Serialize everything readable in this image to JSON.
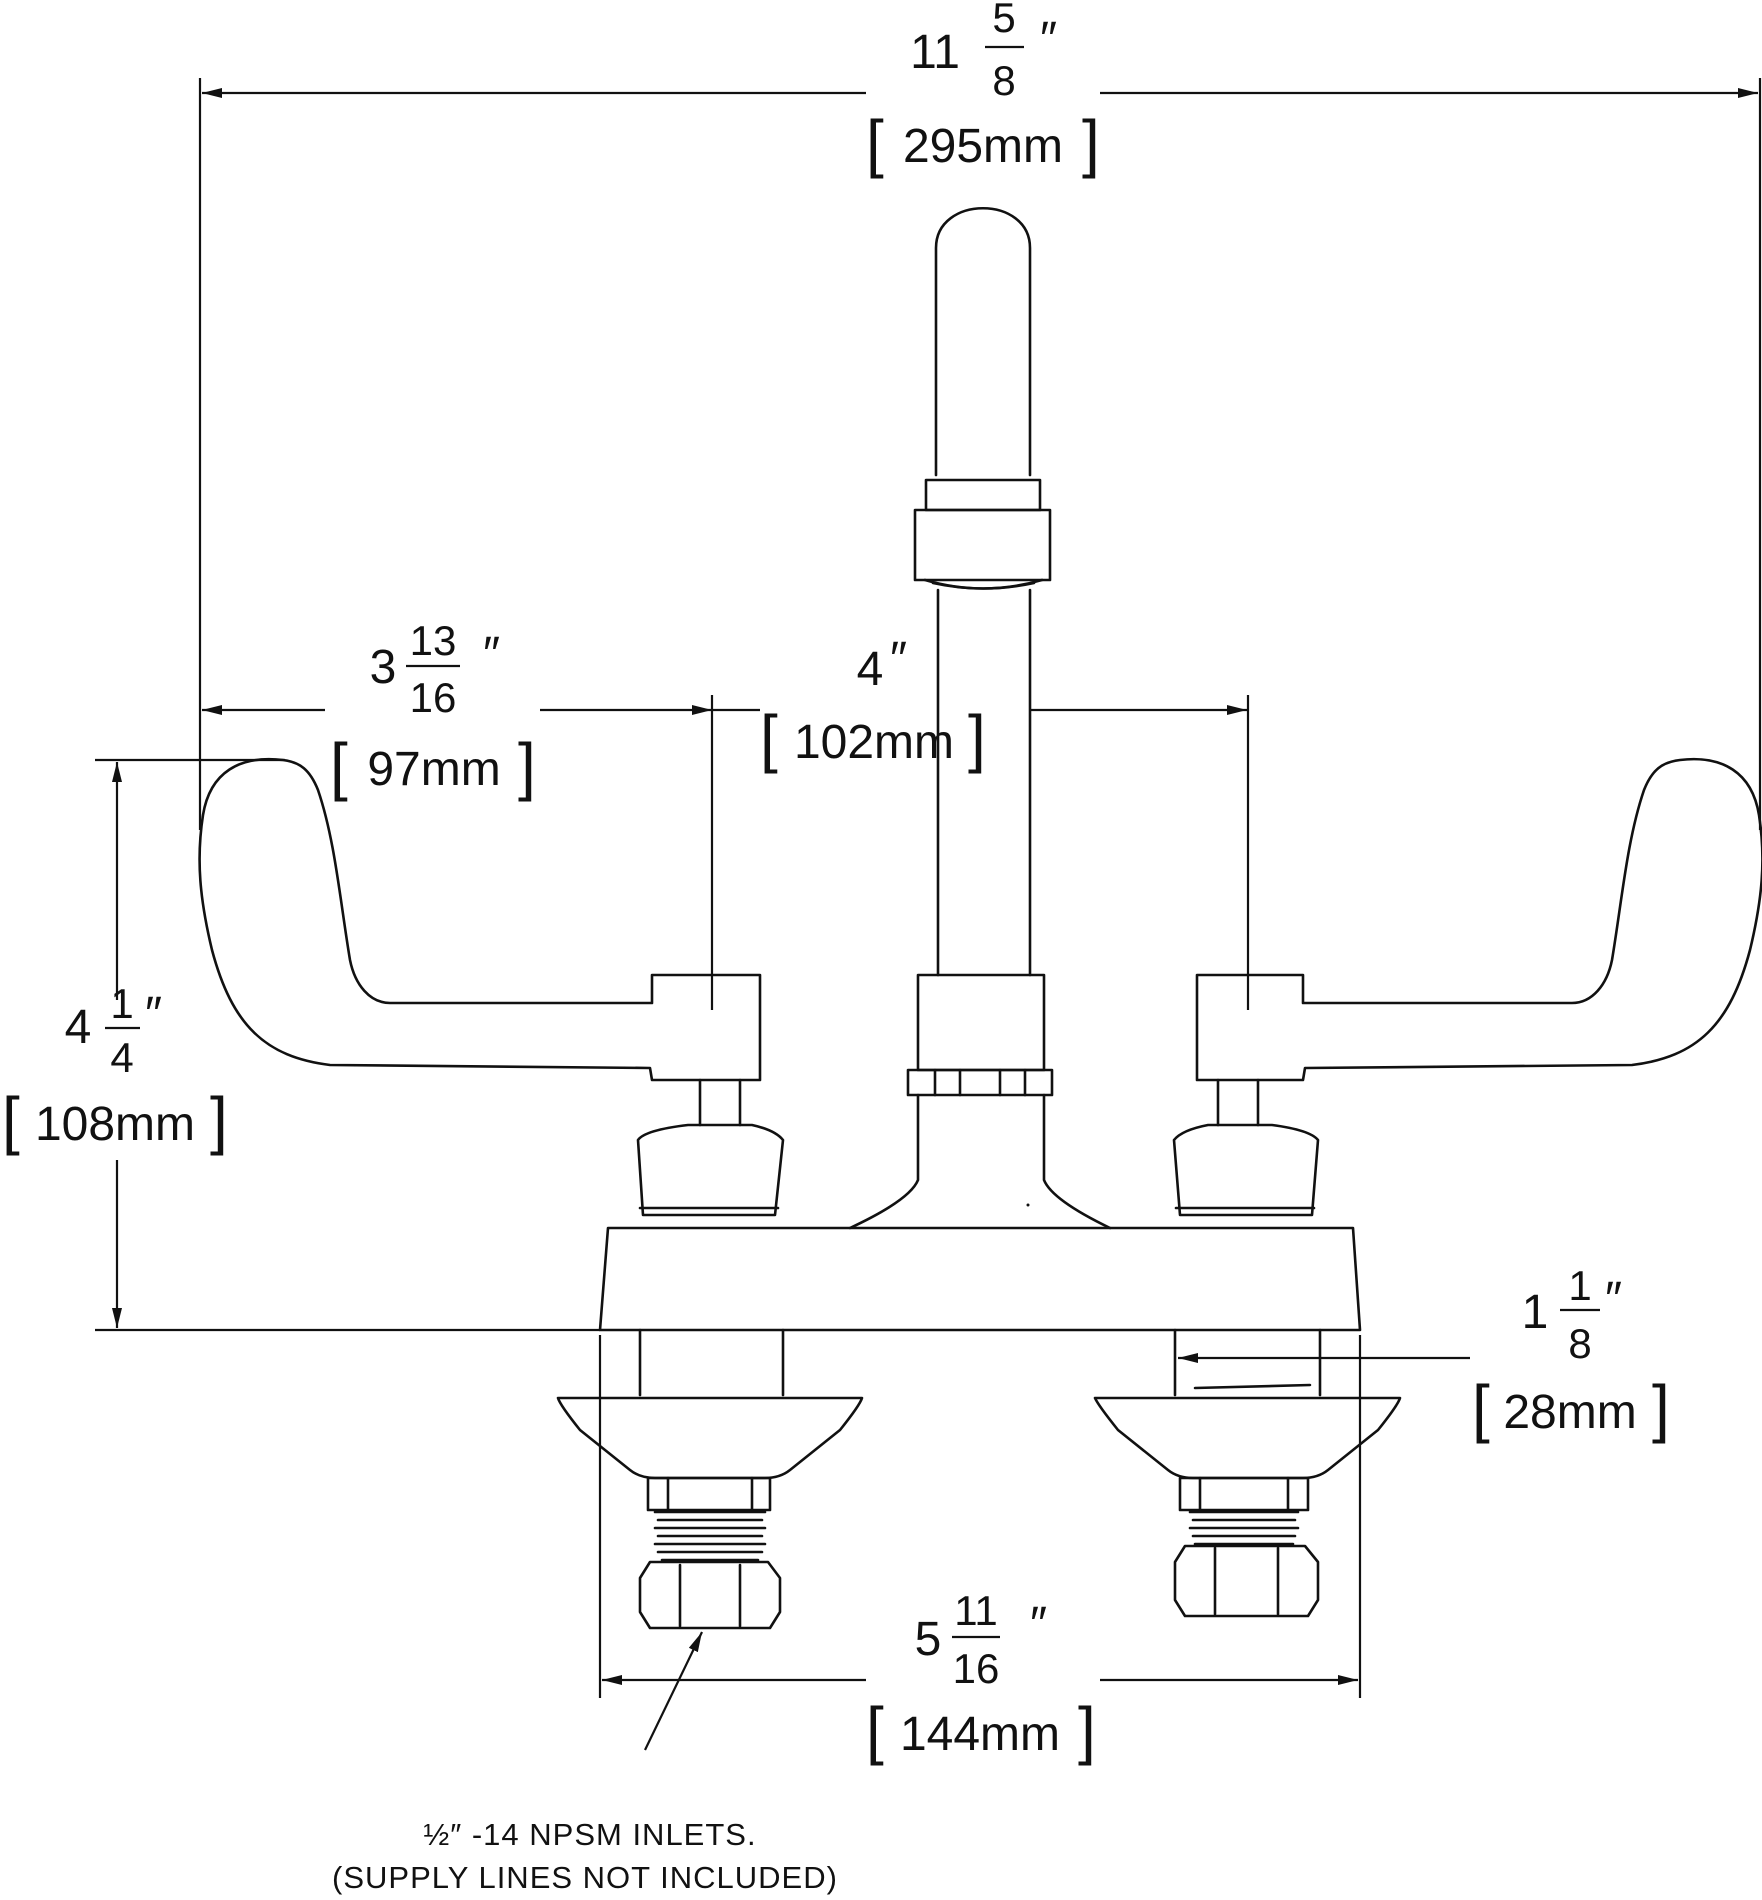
{
  "dimensions": {
    "overall_width": {
      "whole": "11",
      "num": "5",
      "den": "8",
      "unit": "″",
      "metric": "295mm"
    },
    "handle_reach": {
      "whole": "3",
      "num": "13",
      "den": "16",
      "unit": "″",
      "metric": "97mm"
    },
    "center_spacing": {
      "whole": "4",
      "unit": "″",
      "metric": "102mm"
    },
    "handle_height": {
      "whole": "4",
      "num": "1",
      "den": "4",
      "unit": "″",
      "metric": "108mm"
    },
    "shank_length": {
      "whole": "1",
      "num": "1",
      "den": "8",
      "unit": "″",
      "metric": "28mm"
    },
    "body_width": {
      "whole": "5",
      "num": "11",
      "den": "16",
      "unit": "″",
      "metric": "144mm"
    }
  },
  "notes": {
    "inlet_line1": "½″ -14 NPSM INLETS.",
    "inlet_line2": "(SUPPLY LINES NOT INCLUDED)"
  }
}
